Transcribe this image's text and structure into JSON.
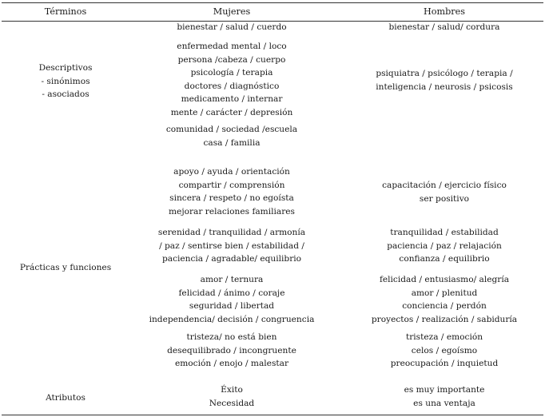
{
  "headers": {
    "terminos": "Términos",
    "mujeres": "Mujeres",
    "hombres": "Hombres"
  },
  "terms": {
    "descriptivos": [
      "Descriptivos",
      "- sinónimos",
      "- asociados"
    ],
    "practicas": [
      "Prácticas y funciones"
    ],
    "atributos": [
      "Atributos"
    ]
  },
  "mujeres": [
    [
      "bienestar / salud / cuerdo"
    ],
    [
      "enfermedad mental / loco",
      "persona /cabeza / cuerpo",
      "psicología / terapia",
      "doctores / diagnóstico",
      "medicamento / internar",
      "mente / carácter / depresión"
    ],
    [
      "comunidad / sociedad /escuela",
      "casa / familia"
    ],
    [
      "apoyo / ayuda / orientación",
      "compartir / comprensión",
      "sincera / respeto / no egoísta",
      "mejorar relaciones familiares"
    ],
    [
      "serenidad / tranquilidad / armonía",
      "/ paz / sentirse bien / estabilidad /",
      "paciencia / agradable/ equilibrio"
    ],
    [
      "amor / ternura",
      "felicidad / ánimo / coraje",
      "seguridad / libertad",
      "independencia/ decisión / congruencia"
    ],
    [
      "tristeza/ no está bien",
      "desequilibrado / incongruente",
      "emoción / enojo / malestar"
    ],
    [
      "Éxito",
      "Necesidad"
    ]
  ],
  "hombres": [
    [
      "bienestar / salud/ cordura"
    ],
    [
      "psiquiatra / psicólogo / terapia /",
      "inteligencia / neurosis / psicosis"
    ],
    [
      "capacitación / ejercicio físico",
      "ser positivo"
    ],
    [
      "tranquilidad / estabilidad",
      "paciencia / paz / relajación",
      "confianza / equilibrio"
    ],
    [
      "felicidad / entusiasmo/ alegría",
      "amor / plenitud",
      "conciencia / perdón",
      "proyectos / realización / sabiduría"
    ],
    [
      "tristeza / emoción",
      "celos / egoísmo",
      "preocupación / inquietud"
    ],
    [
      "es muy importante",
      "es una ventaja"
    ]
  ]
}
